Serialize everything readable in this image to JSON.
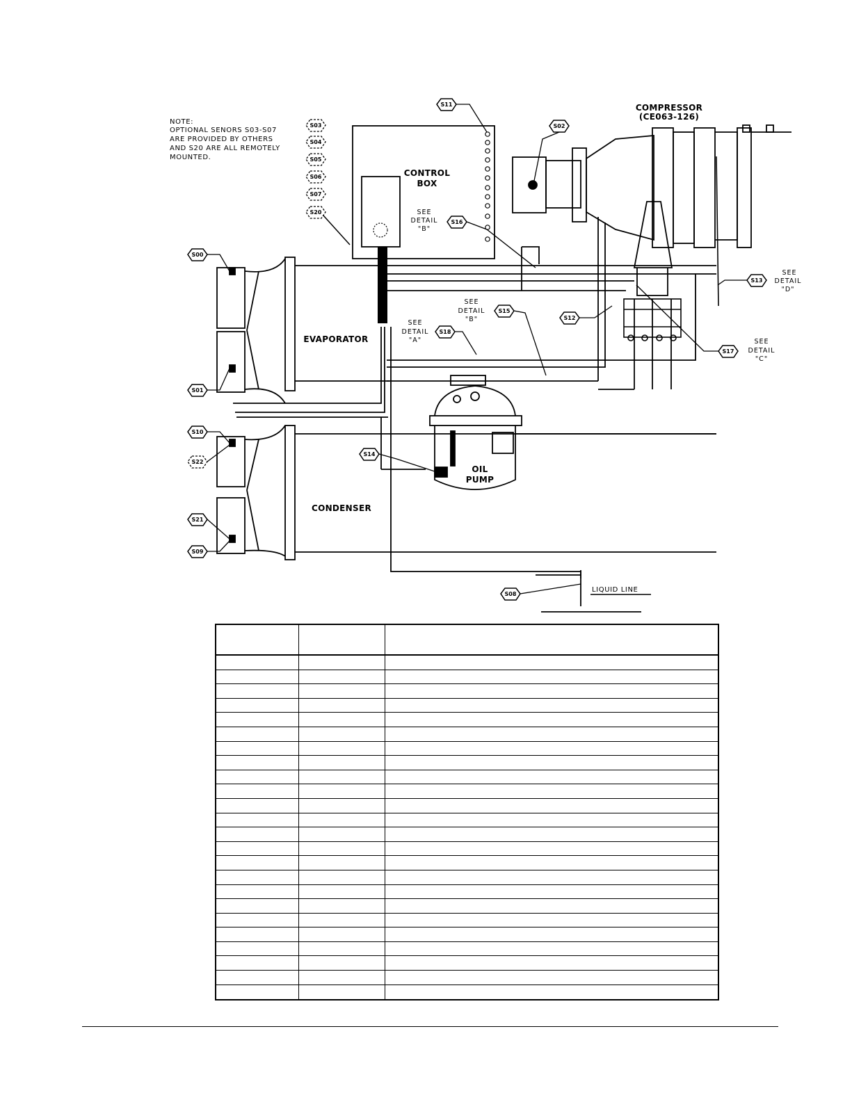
{
  "note": {
    "lines": [
      "NOTE:",
      "OPTIONAL SENORS S03-S07",
      "ARE PROVIDED  BY OTHERS",
      "AND S20 ARE ALL REMOTELY",
      "MOUNTED."
    ]
  },
  "components": {
    "compressor": "COMPRESSOR",
    "compressor_model": "(CE063-126)",
    "control_box_line1": "CONTROL",
    "control_box_line2": "BOX",
    "evaporator": "EVAPORATOR",
    "condenser": "CONDENSER",
    "oil_pump_line1": "OIL",
    "oil_pump_line2": "PUMP",
    "liquid_line": "LIQUID LINE"
  },
  "details": {
    "see": "SEE",
    "detail": "DETAIL",
    "s16_ref": "\"B\"",
    "s15_ref": "\"B\"",
    "s18_ref": "\"A\"",
    "s13_ref": "\"D\"",
    "s17_ref": "\"C\""
  },
  "sensors": {
    "s00": "S00",
    "s01": "S01",
    "s02": "S02",
    "s03": "S03",
    "s04": "S04",
    "s05": "S05",
    "s06": "S06",
    "s07": "S07",
    "s08": "S08",
    "s09": "S09",
    "s10": "S10",
    "s11": "S11",
    "s12": "S12",
    "s13": "S13",
    "s14": "S14",
    "s15": "S15",
    "s16": "S16",
    "s17": "S17",
    "s18": "S18",
    "s20": "S20",
    "s21": "S21",
    "s22": "S22"
  },
  "table": {
    "headers": [
      "",
      "",
      ""
    ],
    "rows": [
      [
        "",
        "",
        ""
      ],
      [
        "",
        "",
        ""
      ],
      [
        "",
        "",
        ""
      ],
      [
        "",
        "",
        ""
      ],
      [
        "",
        "",
        ""
      ],
      [
        "",
        "",
        ""
      ],
      [
        "",
        "",
        ""
      ],
      [
        "",
        "",
        ""
      ],
      [
        "",
        "",
        ""
      ],
      [
        "",
        "",
        ""
      ],
      [
        "",
        "",
        ""
      ],
      [
        "",
        "",
        ""
      ],
      [
        "",
        "",
        ""
      ],
      [
        "",
        "",
        ""
      ],
      [
        "",
        "",
        ""
      ],
      [
        "",
        "",
        ""
      ],
      [
        "",
        "",
        ""
      ],
      [
        "",
        "",
        ""
      ],
      [
        "",
        "",
        ""
      ],
      [
        "",
        "",
        ""
      ],
      [
        "",
        "",
        ""
      ],
      [
        "",
        "",
        ""
      ],
      [
        "",
        "",
        ""
      ],
      [
        "",
        "",
        ""
      ]
    ]
  }
}
